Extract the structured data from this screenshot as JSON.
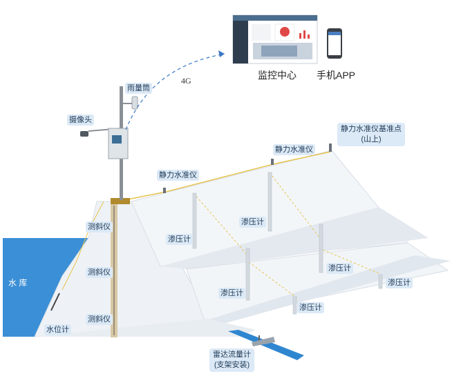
{
  "labels": {
    "rain_gauge": "雨量筒",
    "camera": "摄像头",
    "link_4g": "4G",
    "monitor_center": "监控中心",
    "mobile_app": "手机APP",
    "leveling_base": [
      "静力水准仪基准点",
      "(山上)"
    ],
    "leveling_1": "静力水准仪",
    "leveling_2": "静力水准仪",
    "inclinometer_1": "测斜仪",
    "inclinometer_2": "测斜仪",
    "inclinometer_3": "测斜仪",
    "piezometer_1": "渗压计",
    "piezometer_2": "渗压计",
    "piezometer_3": "渗压计",
    "piezometer_4": "渗压计",
    "piezometer_5": "渗压计",
    "piezometer_6": "渗压计",
    "reservoir": "水 库",
    "water_level_gauge": "水位计",
    "radar_flow": [
      "雷达流量计",
      "(支架安装)"
    ]
  },
  "colors": {
    "water": "#3b8fd6",
    "dam_light": "#f2f5f8",
    "dam_shadow": "#dde3ea",
    "label_bg": "#dce9f6",
    "dashed_link": "#3a78c4",
    "sensor_line": "#e6c34a"
  }
}
